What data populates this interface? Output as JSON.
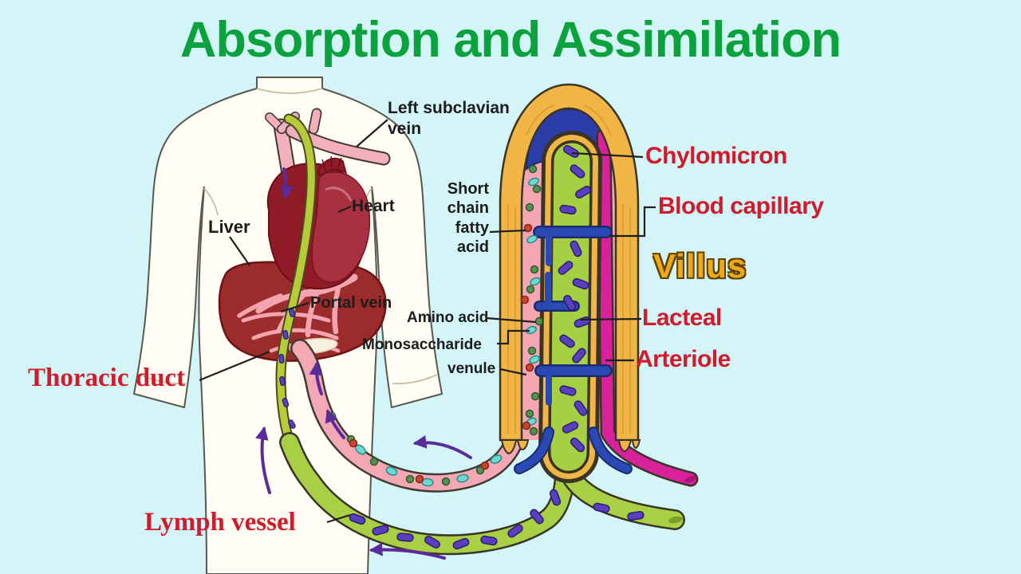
{
  "title": {
    "text": "Absorption and Assimilation"
  },
  "diagram": {
    "type": "biology-illustration",
    "subject": "Absorption and assimilation of digested food through a villus into blood and lymph",
    "labels": {
      "left_subclavian_vein": "Left subclavian vein",
      "heart": "Heart",
      "liver": "Liver",
      "portal_vein": "Portal vein",
      "thoracic_duct": "Thoracic duct",
      "short_chain_fatty_acid": "Short chain fatty acid",
      "amino_acid": "Amino acid",
      "monosaccharide": "Monosaccharide",
      "venule": "venule",
      "chylomicron": "Chylomicron",
      "blood_capillary": "Blood capillary",
      "villus": "Villus",
      "lacteal": "Lacteal",
      "arteriole": "Arteriole",
      "lymph_vessel": "Lymph vessel"
    },
    "colors": {
      "background": "#d3f5f7",
      "title_green": "#0ba23d",
      "label_red": "#d11a2b",
      "label_black": "#1c1c1c",
      "villus_gold_text": "#edaa18",
      "epithelium_gold": "#f0b545",
      "mucosa_pink": "#f5a6b2",
      "lacteal_green": "#a6d044",
      "lymph_green": "#a9cf45",
      "capillary_blue": "#2b49b5",
      "arteriole_magenta": "#d8219b",
      "chylomicron_purple": "#5a3fc0",
      "flow_arrow_purple": "#5a2b9a",
      "heart_red": "#8f1b26",
      "liver_red": "#9c2b2b",
      "thoracic_duct_green": "#b6cb37",
      "vessel_pink": "#f2b0bc",
      "skin": "#fffdf4"
    }
  }
}
